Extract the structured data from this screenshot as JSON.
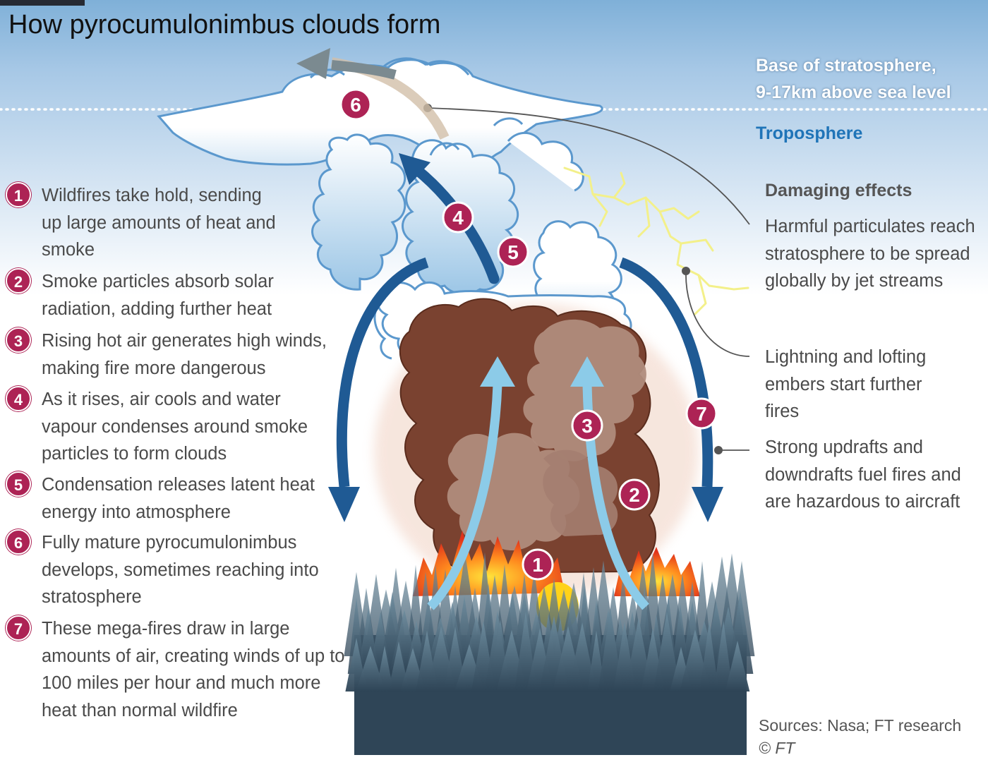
{
  "title": "How pyrocumulonimbus clouds form",
  "stratosphere_label": [
    "Base of stratosphere,",
    "9-17km above sea level"
  ],
  "troposphere_label": "Troposphere",
  "steps": [
    {
      "num": "1",
      "text": "Wildfires take hold, sending up large amounts of heat and smoke"
    },
    {
      "num": "2",
      "text": "Smoke particles absorb solar radiation, adding further heat"
    },
    {
      "num": "3",
      "text": "Rising hot air generates high winds, making fire more dangerous"
    },
    {
      "num": "4",
      "text": "As it rises, air cools and water vapour condenses around smoke particles to form clouds"
    },
    {
      "num": "5",
      "text": "Condensation releases latent heat energy into atmosphere"
    },
    {
      "num": "6",
      "text": "Fully mature pyrocumulonimbus develops, sometimes reaching into stratosphere"
    },
    {
      "num": "7",
      "text": "These mega-fires draw in large amounts of air, creating winds of up to 100 miles per hour and much more heat than normal wildfire"
    }
  ],
  "damaging_effects": {
    "title": "Damaging effects",
    "items": [
      "Harmful particulates reach stratosphere to be spread globally by jet streams",
      "Lightning and lofting embers start further fires",
      "Strong updrafts and downdrafts fuel fires and are hazardous to aircraft"
    ]
  },
  "sources": "Sources: Nasa; FT research",
  "copyright": "© FT",
  "colors": {
    "badge": "#ad2355",
    "arrow_dark": "#1f5a94",
    "arrow_light": "#8ccbe8",
    "smoke_dark": "#7a4230",
    "smoke_light": "#b08c7c",
    "troposphere": "#1f74b8",
    "lightning": "#f3f08a"
  }
}
